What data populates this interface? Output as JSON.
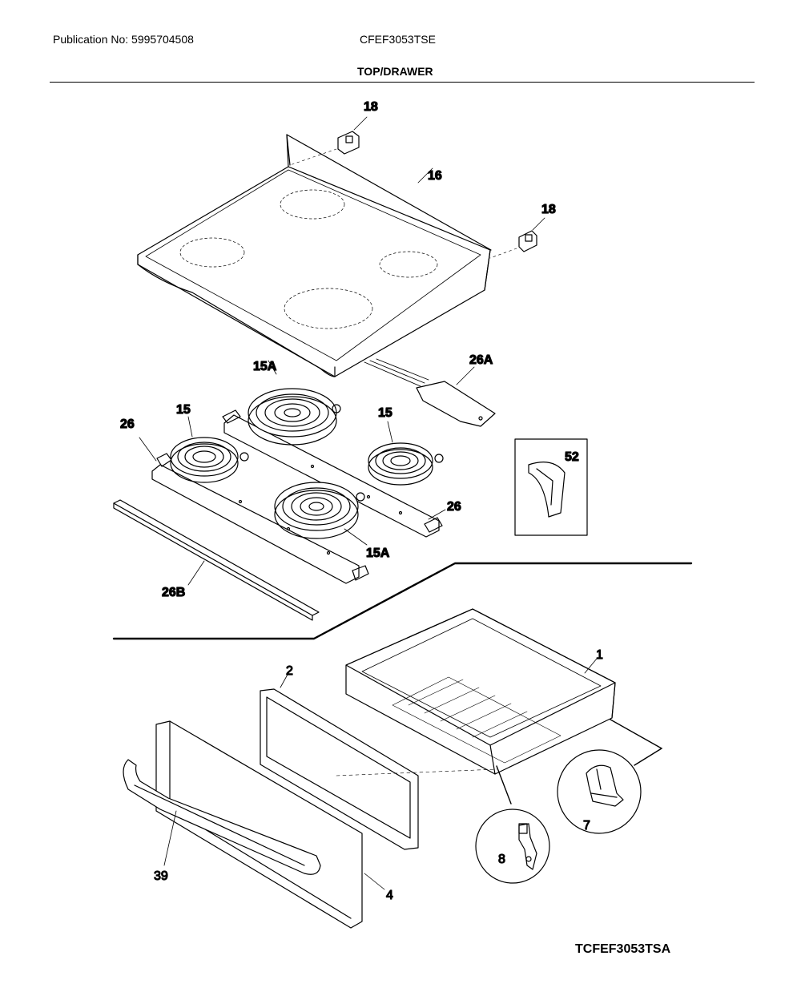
{
  "header": {
    "publication": "Publication No: 5995704508",
    "model": "CFEF3053TSE",
    "section_title": "TOP/DRAWER"
  },
  "parts": {
    "p18a": "18",
    "p18b": "18",
    "p16": "16",
    "p26A": "26A",
    "p15A_top": "15A",
    "p15_left": "15",
    "p15_right": "15",
    "p26_left": "26",
    "p26_right": "26",
    "p15A_bottom": "15A",
    "p26B": "26B",
    "p52": "52",
    "p1": "1",
    "p2": "2",
    "p39": "39",
    "p4": "4",
    "p7": "7",
    "p8": "8"
  },
  "footer": {
    "drawing_id": "TCFEF3053TSA"
  }
}
